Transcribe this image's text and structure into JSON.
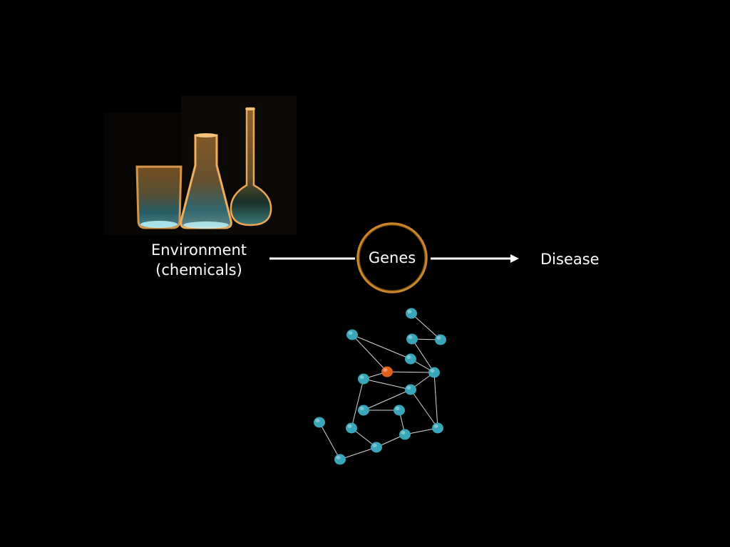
{
  "slide": {
    "environment": {
      "line1": "Environment",
      "line2": "(chemicals)"
    },
    "genes": {
      "label": "Genes",
      "ring_color": "#c9862a"
    },
    "disease": {
      "label": "Disease"
    },
    "colors": {
      "background": "#000000",
      "text": "#ffffff",
      "arrow": "#ffffff",
      "node": "#3aa6b9",
      "highlight_node": "#e0601a",
      "edge": "#ffffff"
    },
    "images": {
      "glassware": "laboratory-glassware-beaker-flask",
      "network": "gene-interaction-network"
    }
  }
}
